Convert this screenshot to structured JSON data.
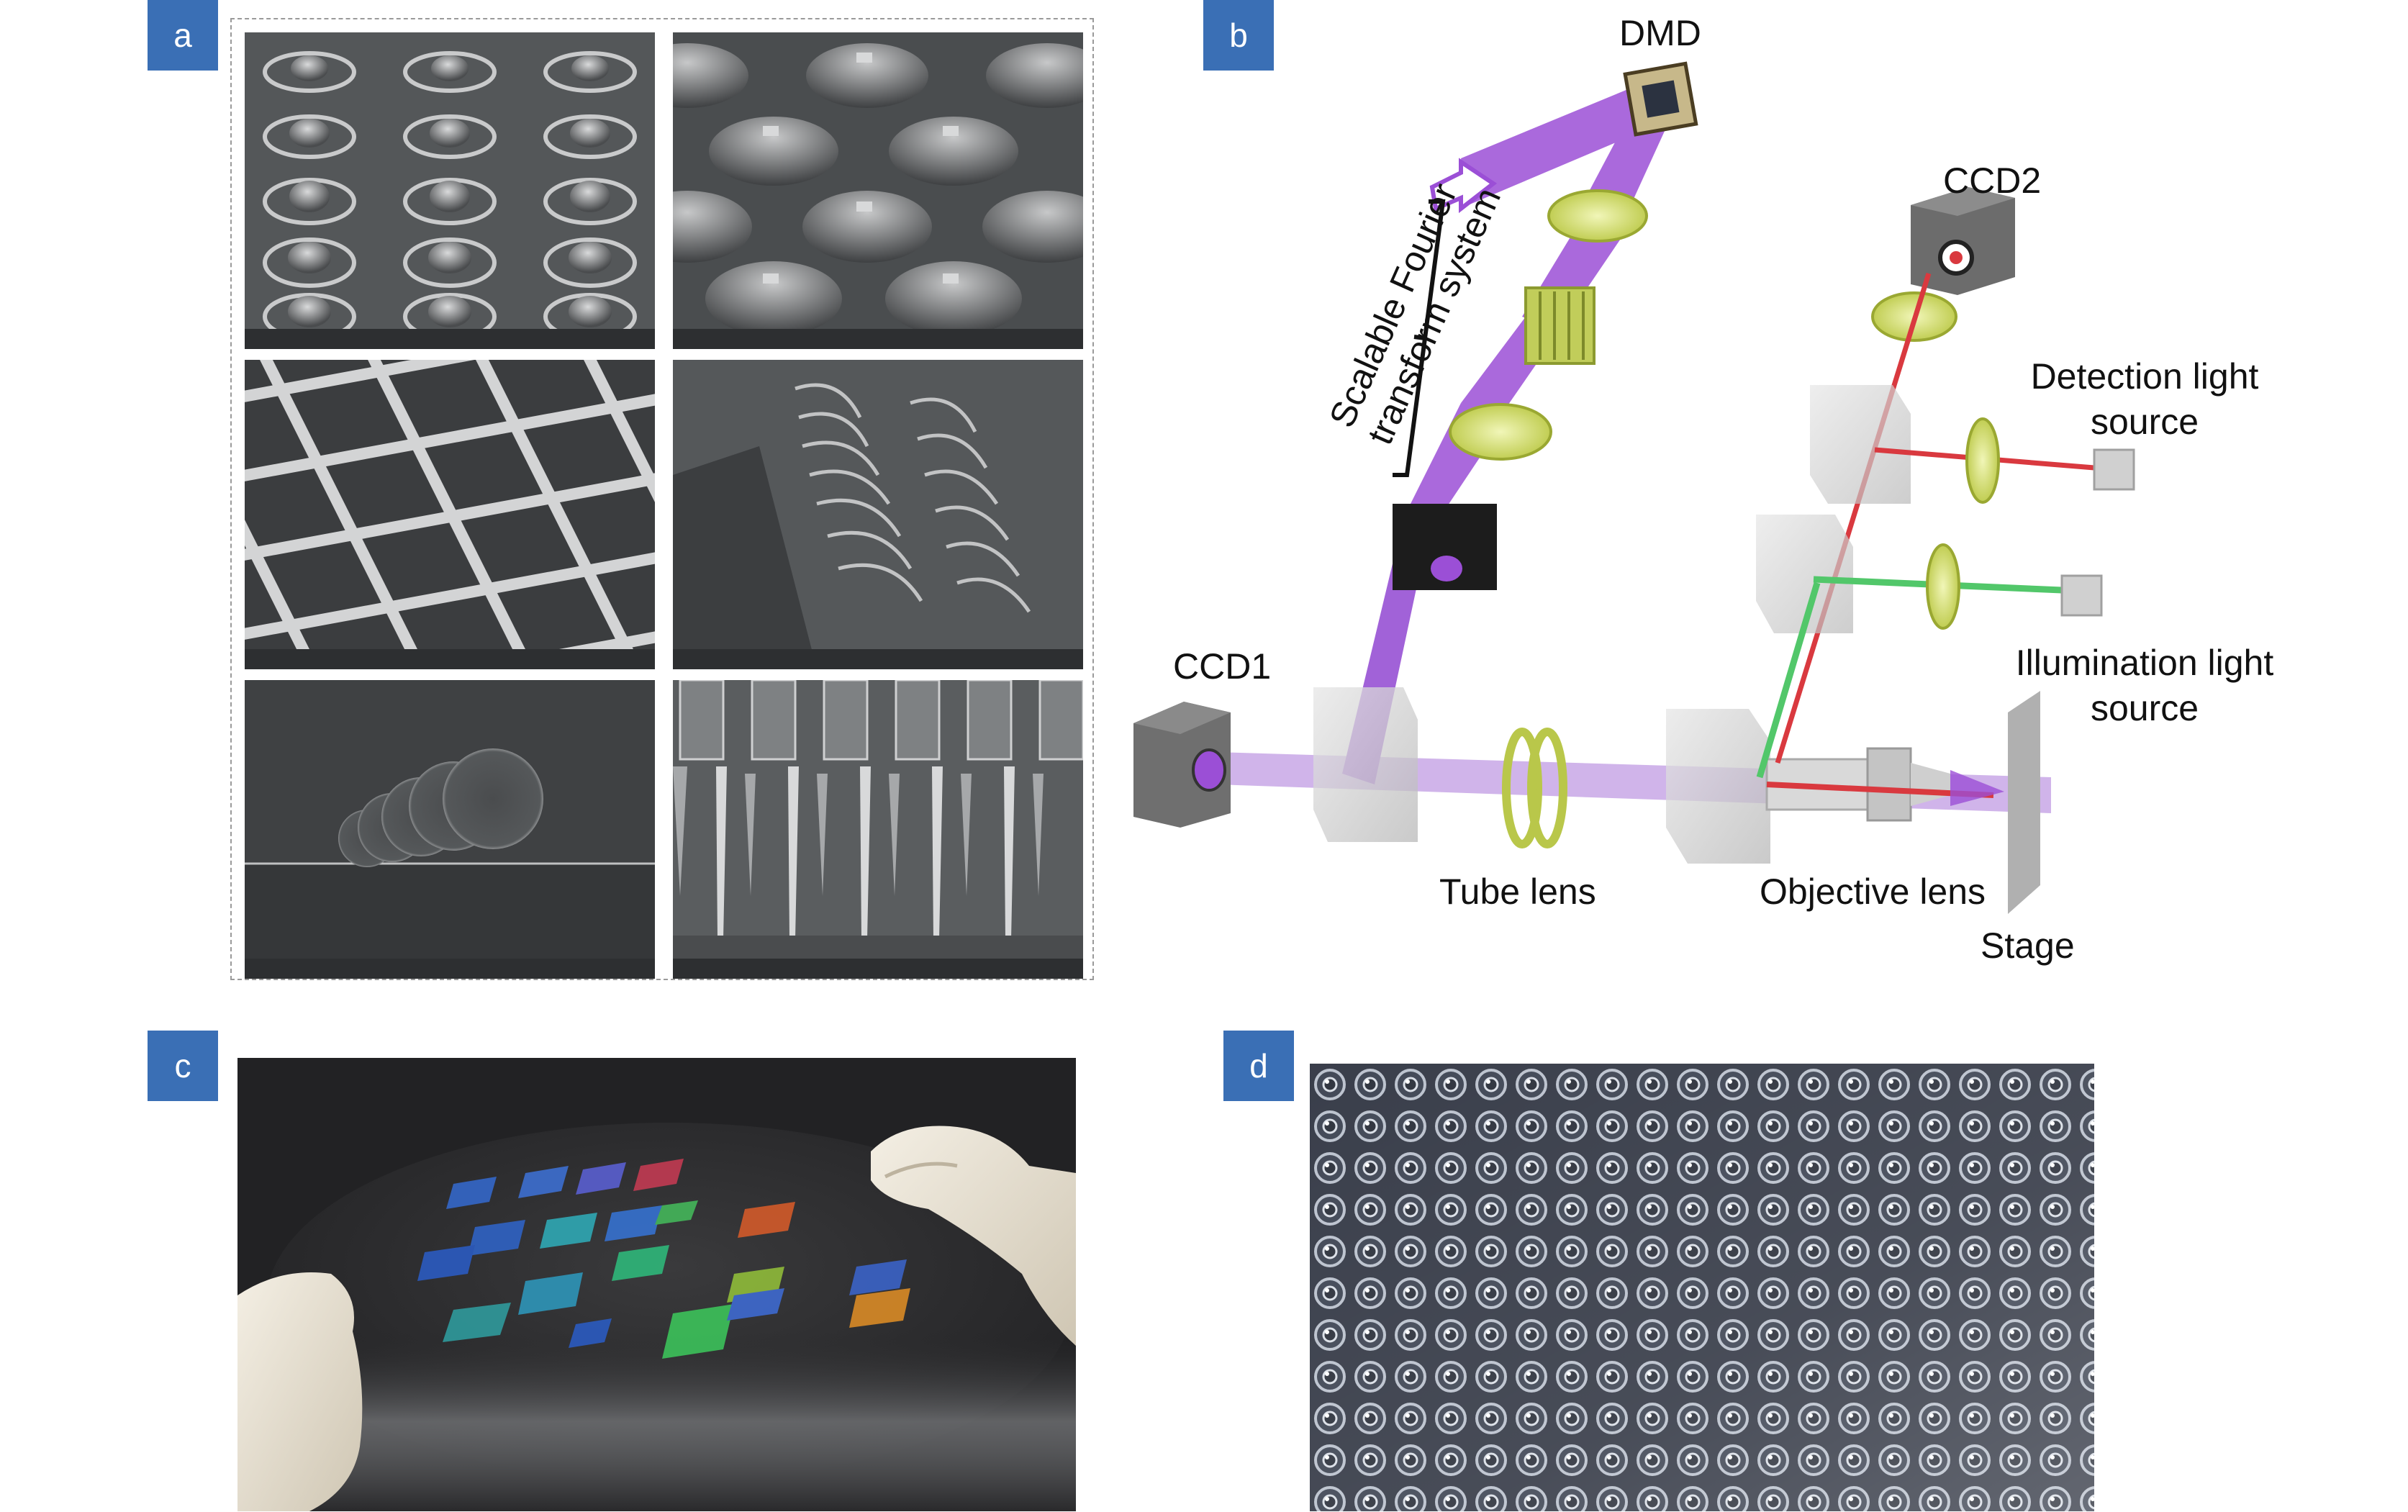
{
  "panels": {
    "a": {
      "label": "a"
    },
    "b": {
      "label": "b"
    },
    "c": {
      "label": "c"
    },
    "d": {
      "label": "d"
    }
  },
  "diagram_b": {
    "dmd": "DMD",
    "ccd2": "CCD2",
    "ccd1": "CCD1",
    "fourier_line1": "Scalable Fourier",
    "fourier_line2": "transform system",
    "detection_line1": "Detection light",
    "detection_line2": "source",
    "illumination_line1": "Illumination light",
    "illumination_line2": "source",
    "tube_lens": "Tube lens",
    "objective_lens": "Objective lens",
    "stage": "Stage"
  },
  "colors": {
    "label_blue": "#3a6fb5",
    "beam_purple": "#9b4fd6",
    "lens_green": "#c8d85a",
    "detection_red": "#d9393f",
    "illumination_green": "#52c76a"
  }
}
